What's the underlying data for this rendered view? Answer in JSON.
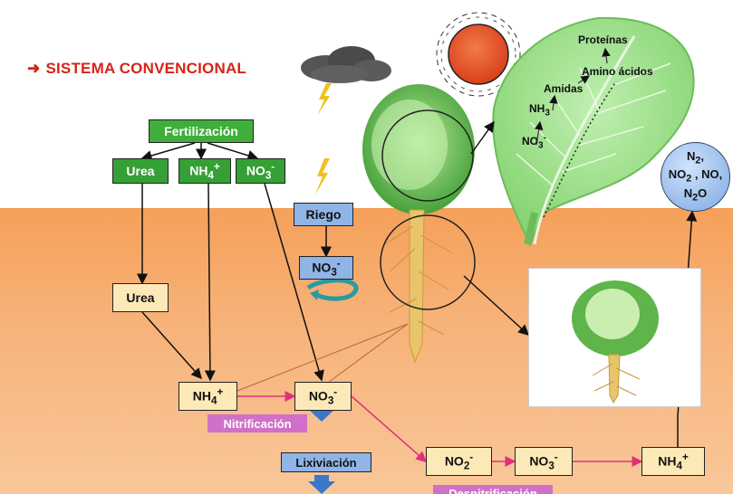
{
  "title": "SISTEMA CONVENCIONAL",
  "fertilization": {
    "header": "Fertilización",
    "urea": "Urea",
    "nh4": "NH4+",
    "no3": "NO3-"
  },
  "irrigation": {
    "label": "Riego",
    "no3": "NO3-"
  },
  "soil": {
    "urea": "Urea",
    "nh4": "NH4+",
    "no3": "NO3-",
    "nitrification": "Nitrificación",
    "leaching": "Lixiviación",
    "no2_denit": "NO2-",
    "no3_denit": "NO3-",
    "nh4_denit": "NH4+",
    "denitrification": "Desnitrificación"
  },
  "gases": {
    "line1": "N2,",
    "line2": "NO2 , NO,",
    "line3": "N2O"
  },
  "leaf_labels": {
    "no3": "NO3-",
    "nh3": "NH3",
    "amidas": "Amidas",
    "amino": "Amino ácidos",
    "proteinas": "Proteínas"
  },
  "colors": {
    "title": "#d62418",
    "green_box": "#3fae3a",
    "yellow_box": "#fde9b8",
    "blue_box": "#8fb4e6",
    "pink_label": "#d070c8",
    "soil": "#f7b278",
    "sun": "#e8502a"
  }
}
